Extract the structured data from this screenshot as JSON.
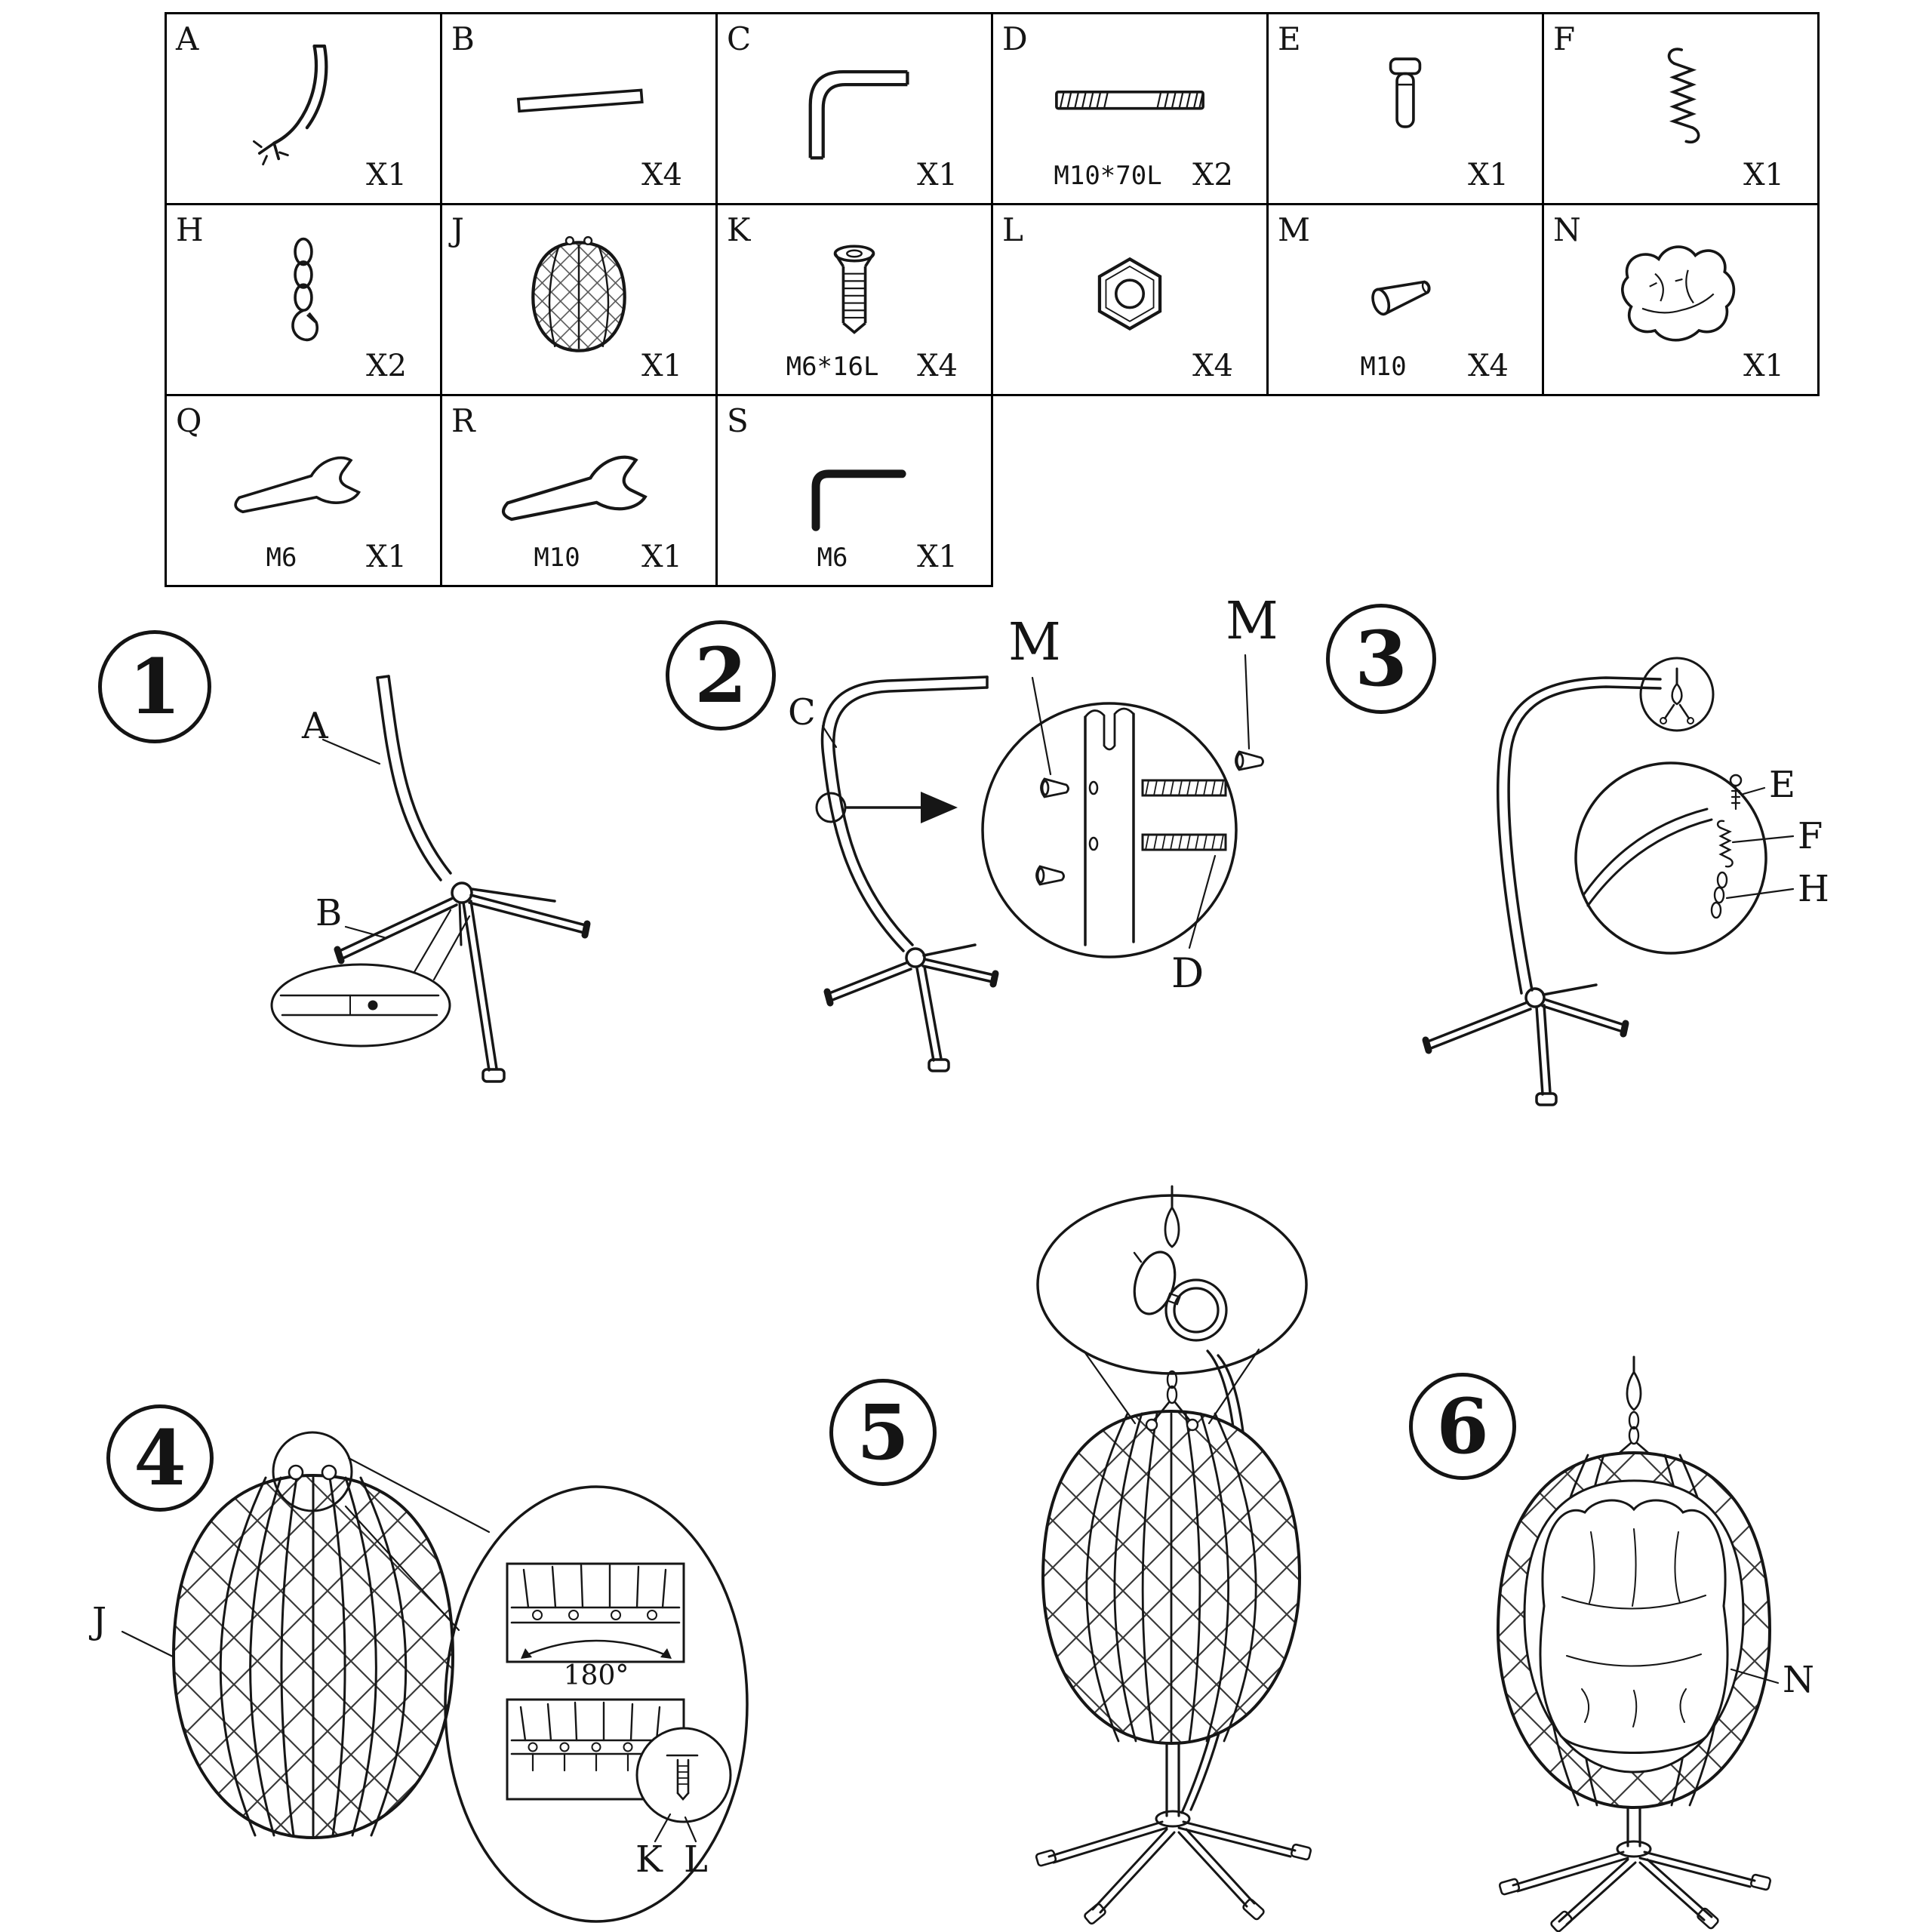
{
  "page": {
    "background": "#ffffff",
    "line_color": "#161616"
  },
  "parts_table": {
    "rows": [
      [
        "A",
        "B",
        "C",
        "D",
        "E",
        "F"
      ],
      [
        "H",
        "J",
        "K",
        "L",
        "M",
        "N"
      ],
      [
        "Q",
        "R",
        "S"
      ]
    ]
  },
  "parts": {
    "A": {
      "id": "A",
      "qty": "X1",
      "icon": "hook-pole"
    },
    "B": {
      "id": "B",
      "qty": "X4",
      "icon": "straight-tube"
    },
    "C": {
      "id": "C",
      "qty": "X1",
      "icon": "curved-pole"
    },
    "D": {
      "id": "D",
      "qty": "X2",
      "spec": "M10*70L",
      "icon": "threaded-rod"
    },
    "E": {
      "id": "E",
      "qty": "X1",
      "icon": "pin-bolt"
    },
    "F": {
      "id": "F",
      "qty": "X1",
      "icon": "extension-spring"
    },
    "H": {
      "id": "H",
      "qty": "X2",
      "icon": "chain-with-hook"
    },
    "J": {
      "id": "J",
      "qty": "X1",
      "icon": "egg-basket"
    },
    "K": {
      "id": "K",
      "qty": "X4",
      "spec": "M6*16L",
      "icon": "countersunk-screw"
    },
    "L": {
      "id": "L",
      "qty": "X4",
      "icon": "hex-nut"
    },
    "M": {
      "id": "M",
      "qty": "X4",
      "spec": "M10",
      "icon": "cone-nut"
    },
    "N": {
      "id": "N",
      "qty": "X1",
      "icon": "cushion"
    },
    "Q": {
      "id": "Q",
      "qty": "X1",
      "spec": "M6",
      "icon": "wrench-m6"
    },
    "R": {
      "id": "R",
      "qty": "X1",
      "spec": "M10",
      "icon": "wrench-m10"
    },
    "S": {
      "id": "S",
      "qty": "X1",
      "spec": "M6",
      "icon": "allen-key"
    }
  },
  "steps": {
    "s1": {
      "number": "1",
      "labels": {
        "A": "A",
        "B": "B"
      }
    },
    "s2": {
      "number": "2",
      "labels": {
        "C": "C",
        "M1": "M",
        "M2": "M",
        "D": "D"
      }
    },
    "s3": {
      "number": "3",
      "labels": {
        "E": "E",
        "F": "F",
        "H": "H"
      }
    },
    "s4": {
      "number": "4",
      "labels": {
        "J": "J",
        "angle": "180°",
        "K": "K",
        "L": "L"
      }
    },
    "s5": {
      "number": "5"
    },
    "s6": {
      "number": "6",
      "labels": {
        "N": "N"
      }
    }
  }
}
